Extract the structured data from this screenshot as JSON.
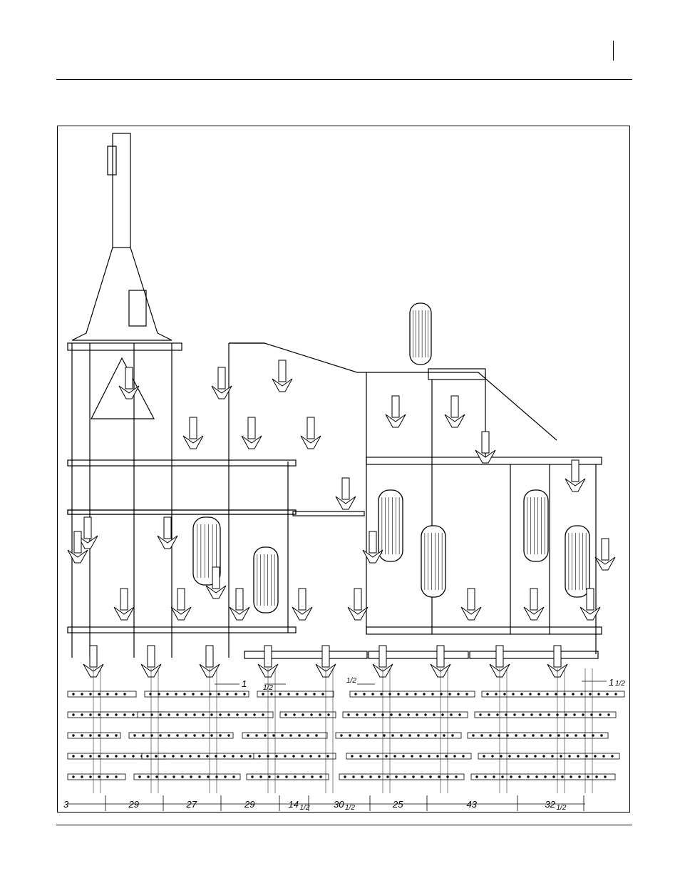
{
  "figure": {
    "spacing_labels": [
      {
        "whole": "29",
        "frac": ""
      },
      {
        "whole": "27",
        "frac": ""
      },
      {
        "whole": "29",
        "frac": ""
      },
      {
        "whole": "14",
        "frac": "1/2"
      },
      {
        "whole": "30",
        "frac": "1/2"
      },
      {
        "whole": "25",
        "frac": ""
      },
      {
        "whole": "43",
        "frac": ""
      },
      {
        "whole": "32",
        "frac": "1/2"
      }
    ],
    "edge_label": "3",
    "offset_labels": [
      {
        "whole": "1",
        "frac": ""
      },
      {
        "whole": "",
        "frac": "1/2",
        "note": "first half offset"
      },
      {
        "whole": "",
        "frac": "1/2",
        "note": "second half offset"
      },
      {
        "whole": "1",
        "frac": "1/2"
      }
    ]
  }
}
